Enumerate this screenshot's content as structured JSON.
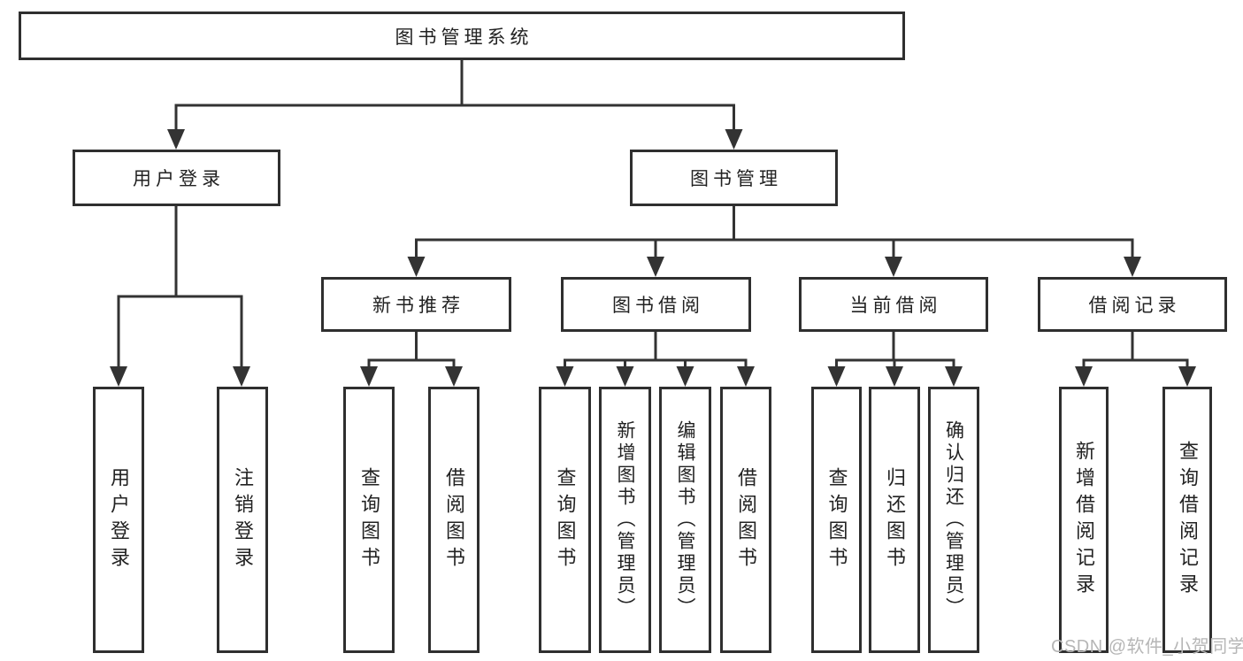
{
  "root": {
    "label": "图书管理系统"
  },
  "branches": [
    {
      "label": "用户登录",
      "children": [
        {
          "label": "用户登录"
        },
        {
          "label": "注销登录"
        }
      ]
    },
    {
      "label": "图书管理",
      "groups": [
        {
          "label": "新书推荐",
          "children": [
            {
              "label": "查询图书"
            },
            {
              "label": "借阅图书"
            }
          ]
        },
        {
          "label": "图书借阅",
          "children": [
            {
              "label": "查询图书"
            },
            {
              "label": "新增图书（管理员）"
            },
            {
              "label": "编辑图书（管理员）"
            },
            {
              "label": "借阅图书"
            }
          ]
        },
        {
          "label": "当前借阅",
          "children": [
            {
              "label": "查询图书"
            },
            {
              "label": "归还图书"
            },
            {
              "label": "确认归还（管理员）"
            }
          ]
        },
        {
          "label": "借阅记录",
          "children": [
            {
              "label": "新增借阅记录"
            },
            {
              "label": "查询借阅记录"
            }
          ]
        }
      ]
    }
  ],
  "watermark": "CSDN @软件_小贺同学",
  "colors": {
    "line": "#333333",
    "box_border": "#2f2f2f",
    "text": "#222222",
    "watermark": "#b6b6b6",
    "background": "#ffffff"
  }
}
